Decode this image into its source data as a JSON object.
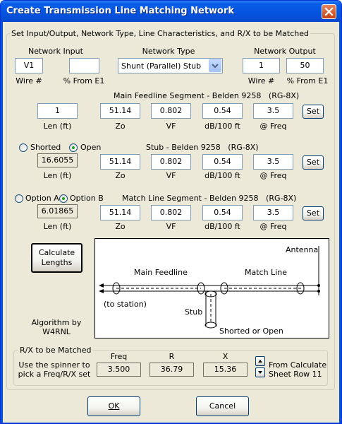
{
  "window": {
    "title": "Create Transmission Line Matching Network"
  },
  "main_group": {
    "title": "Set Input/Output, Network Type, Line Characteristics, and R/X to be Matched"
  },
  "network_input": {
    "label": "Network Input",
    "wire_value": "V1",
    "wire_label": "Wire #",
    "pct_value": "",
    "pct_label": "% From E1"
  },
  "network_type": {
    "label": "Network Type",
    "selected": "Shunt (Parallel) Stub"
  },
  "network_output": {
    "label": "Network Output",
    "wire_value": "1",
    "wire_label": "Wire #",
    "pct_value": "50",
    "pct_label": "% From E1"
  },
  "column_labels": {
    "len": "Len (ft)",
    "zo": "Zo",
    "vf": "VF",
    "db": "dB/100 ft",
    "freq": "@ Freq"
  },
  "main_feedline": {
    "title": "Main Feedline Segment - Belden 9258",
    "cable": "(RG-8X)",
    "len": "1",
    "zo": "51.14",
    "vf": "0.802",
    "db": "0.54",
    "freq": "3.5",
    "set_label": "Set"
  },
  "stub": {
    "radio_shorted": "Shorted",
    "radio_open": "Open",
    "title": "Stub - Belden 9258",
    "cable": "(RG-8X)",
    "len": "16.6055",
    "zo": "51.14",
    "vf": "0.802",
    "db": "0.54",
    "freq": "3.5",
    "set_label": "Set"
  },
  "match_line": {
    "radio_a": "Option A",
    "radio_b": "Option B",
    "title": "Match Line Segment - Belden 9258",
    "cable": "(RG-8X)",
    "len": "6.01865",
    "zo": "51.14",
    "vf": "0.802",
    "db": "0.54",
    "freq": "3.5",
    "set_label": "Set"
  },
  "calc_button": {
    "line1": "Calculate",
    "line2": "Lengths"
  },
  "algorithm": {
    "line1": "Algorithm by",
    "line2": "W4RNL"
  },
  "diagram": {
    "antenna": "Antenna",
    "main_feedline": "Main Feedline",
    "match_line": "Match Line",
    "to_station": "(to station)",
    "stub": "Stub",
    "shorted_open": "Shorted or Open"
  },
  "rx_group": {
    "title": "R/X to be Matched",
    "hint_line1": "Use the spinner to",
    "hint_line2": "pick a Freq/R/X set",
    "freq_label": "Freq",
    "r_label": "R",
    "x_label": "X",
    "freq": "3.500",
    "r": "36.79",
    "x": "15.36",
    "source_line1": "From Calculate",
    "source_line2": "Sheet Row 11"
  },
  "buttons": {
    "ok": "OK",
    "cancel": "Cancel"
  },
  "colors": {
    "titlebar": "#0553de",
    "dialog_bg": "#ece9d8",
    "close": "#c64015"
  }
}
